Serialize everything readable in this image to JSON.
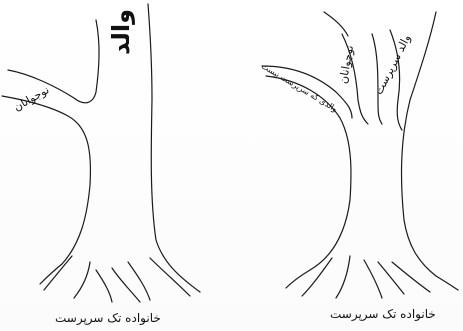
{
  "left_tree": {
    "trunk_label": "والد",
    "branch_label": "نوجوانان",
    "caption": "خانواده تک سرپرست"
  },
  "right_tree": {
    "branch_labels": {
      "single_parent": "والد سرپرست",
      "teen": "نوجوانان",
      "non_custodial": "والدی که سرپرست نیست"
    },
    "caption": "خانواده تک سرپرست"
  }
}
